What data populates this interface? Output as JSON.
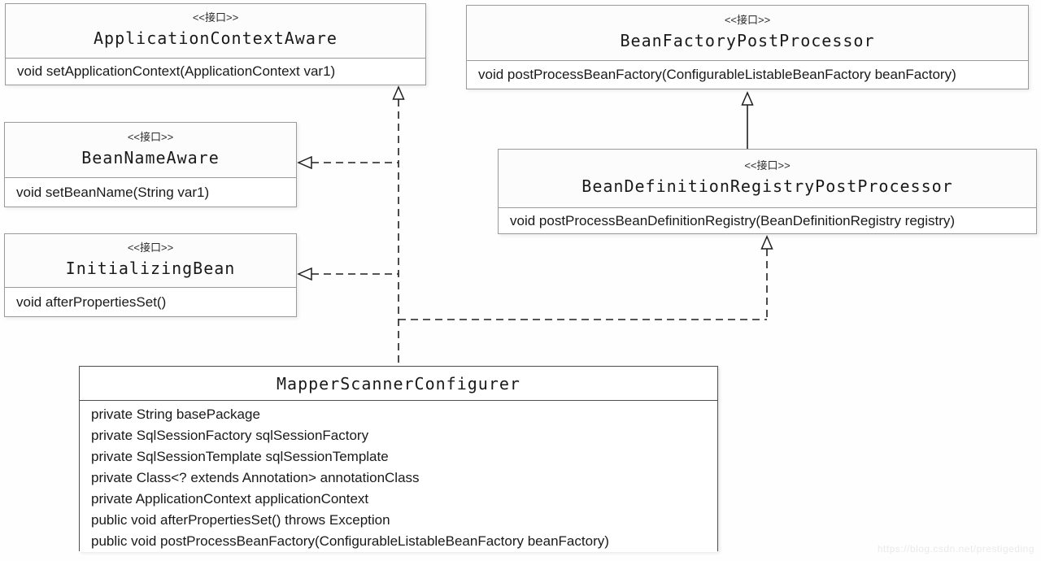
{
  "diagram": {
    "stereotype_label": "<<接口>>",
    "watermark": "https://blog.csdn.net/prestigeding",
    "colors": {
      "interface_border": "#9a9a9a",
      "class_border": "#4f4f4f",
      "connector_line": "#1f1f1f",
      "text": "#1a1a1a",
      "watermark_text": "#eaeaea"
    },
    "classes": [
      {
        "name": "ApplicationContextAware",
        "kind": "interface",
        "methods": [
          "void setApplicationContext(ApplicationContext var1)"
        ]
      },
      {
        "name": "BeanFactoryPostProcessor",
        "kind": "interface",
        "methods": [
          "void postProcessBeanFactory(ConfigurableListableBeanFactory beanFactory)"
        ]
      },
      {
        "name": "BeanNameAware",
        "kind": "interface",
        "methods": [
          "void setBeanName(String var1)"
        ]
      },
      {
        "name": "InitializingBean",
        "kind": "interface",
        "methods": [
          "void afterPropertiesSet()"
        ]
      },
      {
        "name": "BeanDefinitionRegistryPostProcessor",
        "kind": "interface",
        "methods": [
          "void postProcessBeanDefinitionRegistry(BeanDefinitionRegistry registry)"
        ]
      },
      {
        "name": "MapperScannerConfigurer",
        "kind": "class",
        "members": [
          "private String basePackage",
          "private SqlSessionFactory sqlSessionFactory",
          "private SqlSessionTemplate sqlSessionTemplate",
          "private Class<? extends Annotation> annotationClass",
          "private ApplicationContext applicationContext",
          "public void afterPropertiesSet() throws Exception",
          "public void postProcessBeanFactory(ConfigurableListableBeanFactory beanFactory)"
        ]
      }
    ],
    "relations": [
      {
        "from": "MapperScannerConfigurer",
        "to": "ApplicationContextAware",
        "type": "realization (dashed, hollow triangle)"
      },
      {
        "from": "MapperScannerConfigurer",
        "to": "BeanNameAware",
        "type": "realization (dashed, hollow triangle)"
      },
      {
        "from": "MapperScannerConfigurer",
        "to": "InitializingBean",
        "type": "realization (dashed, hollow triangle)"
      },
      {
        "from": "MapperScannerConfigurer",
        "to": "BeanDefinitionRegistryPostProcessor",
        "type": "realization (dashed, hollow triangle)"
      },
      {
        "from": "BeanDefinitionRegistryPostProcessor",
        "to": "BeanFactoryPostProcessor",
        "type": "generalization (solid, hollow triangle)"
      }
    ]
  }
}
